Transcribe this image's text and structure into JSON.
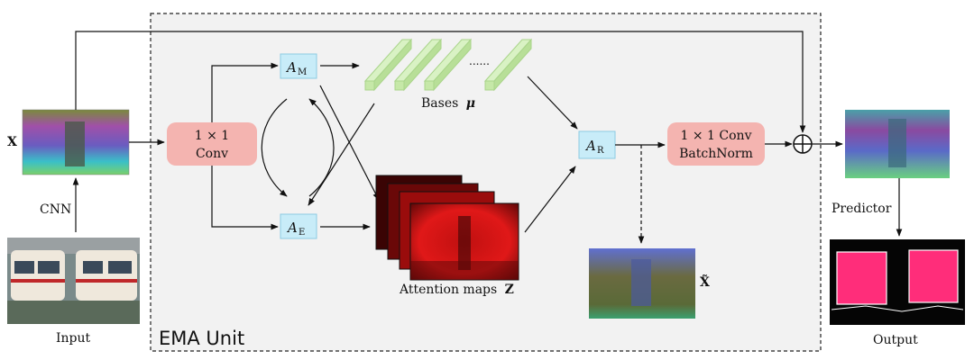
{
  "unit_label": "EMA Unit",
  "input": {
    "x_label": "X",
    "cnn_label": "CNN",
    "input_label": "Input"
  },
  "conv": {
    "line1": "1 × 1",
    "line2": "Conv"
  },
  "conv_bn": {
    "line1": "1 × 1 Conv",
    "line2": "BatchNorm"
  },
  "a_m": {
    "main": "A",
    "sub": "M"
  },
  "a_e": {
    "main": "A",
    "sub": "E"
  },
  "a_r": {
    "main": "A",
    "sub": "R"
  },
  "bases": {
    "label": "Bases",
    "symbol": "μ",
    "dots": "......"
  },
  "attention": {
    "label": "Attention maps",
    "symbol": "Z"
  },
  "recon": {
    "symbol": "X̃"
  },
  "predictor_label": "Predictor",
  "output_label": "Output",
  "colors": {
    "pink_box": "#f4b4b0",
    "blue_box": "#c8ecf8",
    "blue_box_border": "#8ccbe2",
    "cube_green": "#d9f2c4",
    "cube_green_dark": "#a9d48a",
    "unit_bg": "#f2f2f2",
    "attention_red": "#e01010",
    "output_pink": "#ff2d7a"
  }
}
